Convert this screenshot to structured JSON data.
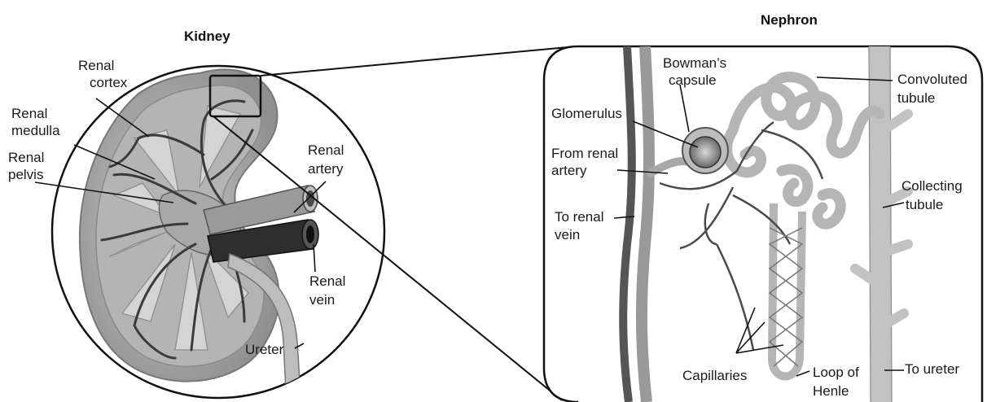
{
  "kidney": {
    "title": "Kidney",
    "labels": {
      "renal_cortex": [
        "Renal",
        "cortex"
      ],
      "renal_medulla": [
        "Renal",
        "medulla"
      ],
      "renal_pelvis": [
        "Renal",
        "pelvis"
      ],
      "renal_artery": [
        "Renal",
        "artery"
      ],
      "renal_vein": [
        "Renal",
        "vein"
      ],
      "ureter": [
        "Ureter"
      ]
    }
  },
  "nephron": {
    "title": "Nephron",
    "labels": {
      "bowmans_capsule": [
        "Bowman’s",
        "capsule"
      ],
      "glomerulus": [
        "Glomerulus"
      ],
      "from_renal_artery": [
        "From renal",
        "artery"
      ],
      "to_renal_vein": [
        "To renal",
        "vein"
      ],
      "convoluted_tubule": [
        "Convoluted",
        "tubule"
      ],
      "collecting_tubule": [
        "Collecting",
        "tubule"
      ],
      "capillaries": [
        "Capillaries"
      ],
      "loop_of_henle": [
        "Loop of",
        "Henle"
      ],
      "to_ureter": [
        "To ureter"
      ]
    }
  }
}
